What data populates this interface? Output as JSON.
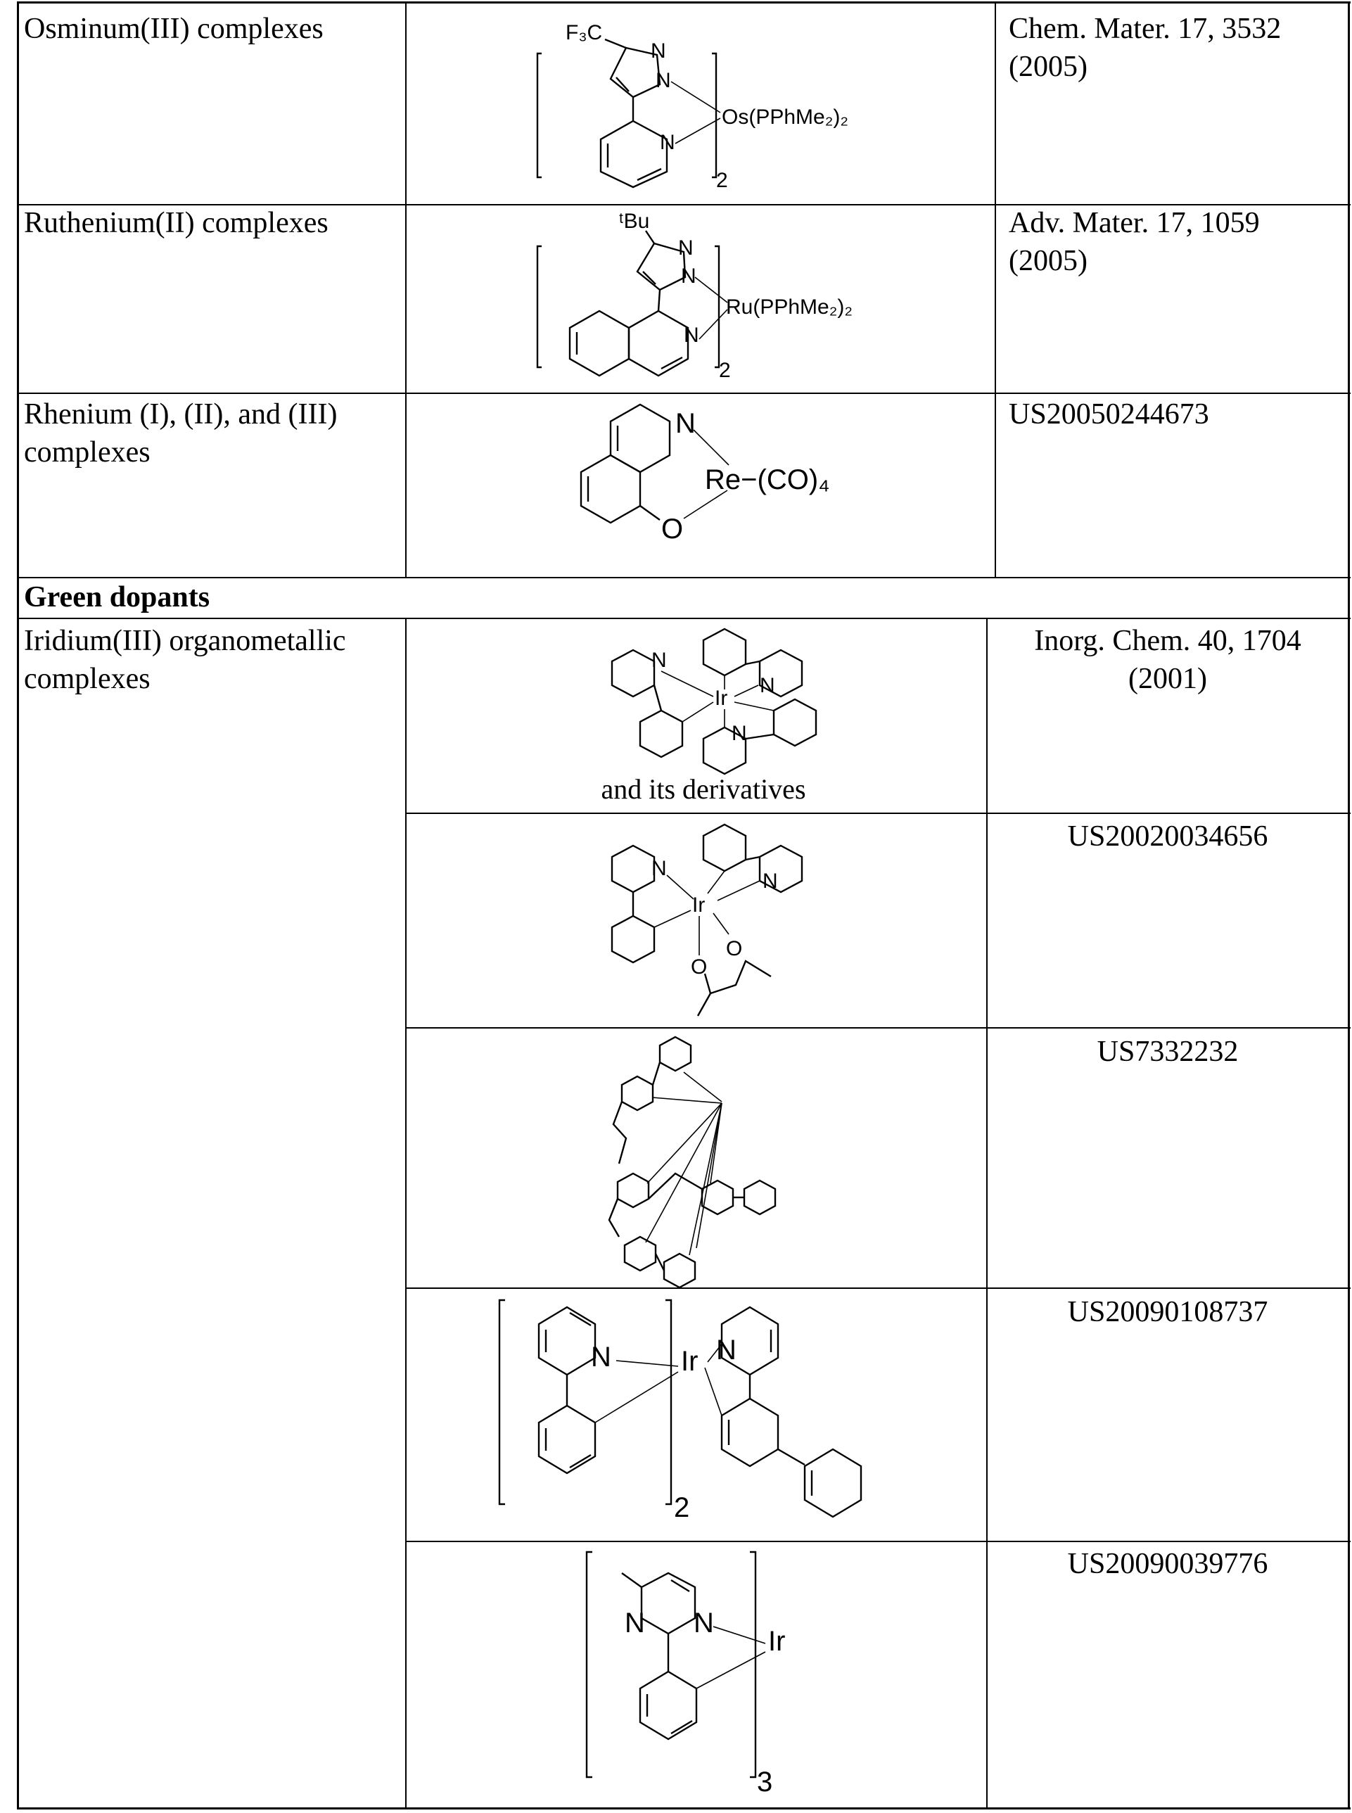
{
  "rows": [
    {
      "material": "Osminum(III) complexes",
      "reference": "Chem. Mater. 17, 3532\n(2005)",
      "structure": "osmium-pyrazolyl-pyridine-complex"
    },
    {
      "material": "Ruthenium(II) complexes",
      "reference": "Adv. Mater. 17, 1059\n(2005)",
      "structure": "ruthenium-pyrazolyl-isoquinoline-complex"
    },
    {
      "material": "Rhenium (I), (II), and (III)\ncomplexes",
      "reference": "US20050244673",
      "structure": "rhenium-hydroxyquinoline-complex"
    },
    {
      "section": "Green dopants"
    },
    {
      "material": "Iridium(III) organometallic\ncomplexes",
      "reference": "Inorg. Chem. 40, 1704\n(2001)",
      "caption": "and its derivatives",
      "structure": "ir-ppy3"
    },
    {
      "reference": "US20020034656",
      "structure": "ir-ppy2-acac"
    },
    {
      "reference": "US7332232",
      "structure": "ir-linked-tripodal-complex"
    },
    {
      "reference": "US20090108737",
      "structure": "ir-ppy2-phenylppy"
    },
    {
      "reference": "US20090039776",
      "structure": "ir-phenylpyrimidine3"
    }
  ],
  "labels": {
    "os": {
      "cf3": "F₃C",
      "n1": "N",
      "n2": "N",
      "n3": "N",
      "metal": "Os(PPhMe₂)₂",
      "sub": "2"
    },
    "ru": {
      "tbu": "ᵗBu",
      "n1": "N",
      "n2": "N",
      "n3": "N",
      "metal": "Ru(PPhMe₂)₂",
      "sub": "2"
    },
    "re": {
      "n": "N",
      "o": "O",
      "metal": "Re−(CO)₄"
    },
    "ir1": {
      "n1": "N",
      "n2": "N",
      "n3": "N",
      "metal": "Ir"
    },
    "ir2": {
      "n1": "N",
      "n2": "N",
      "o1": "O",
      "o2": "O",
      "metal": "Ir"
    },
    "ir4": {
      "n1": "N",
      "n2": "N",
      "metal": "Ir",
      "sub": "2"
    },
    "ir5": {
      "n1": "N",
      "n2": "N",
      "metal": "Ir",
      "sub": "3"
    }
  }
}
